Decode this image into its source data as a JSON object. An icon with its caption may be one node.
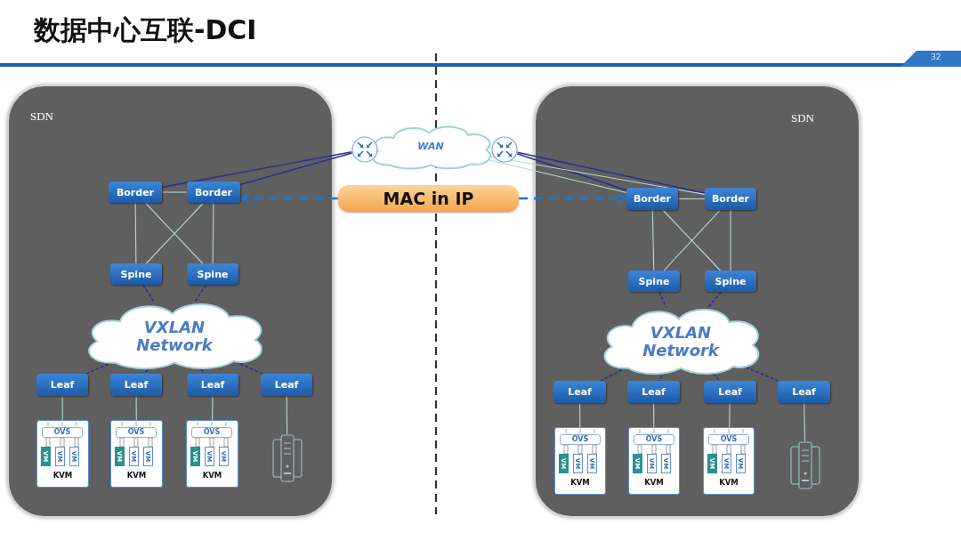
{
  "diagram": {
    "title": "数据中心互联-DCI",
    "nodes": [
      {
        "text": [
          "SDN"
        ]
      },
      {
        "text": [
          "Border"
        ],
        "in": 0
      },
      {
        "text": [
          "Border"
        ],
        "in": 0
      },
      {
        "text": [
          "Spine"
        ],
        "in": 0
      },
      {
        "text": [
          "Spine"
        ],
        "in": 0
      },
      {
        "text": [
          "VXLAN Network"
        ],
        "in": 0
      },
      {
        "text": [
          "Leaf"
        ],
        "in": 0
      },
      {
        "text": [
          "Leaf"
        ],
        "in": 0
      },
      {
        "text": [
          "Leaf"
        ],
        "in": 0
      },
      {
        "text": [
          "Leaf"
        ],
        "in": 0
      },
      {
        "text": [
          "OVS",
          "VM",
          "VM",
          "VM",
          "KVM"
        ],
        "in": 0
      },
      {
        "text": [
          "OVS",
          "VM",
          "VM",
          "VM",
          "KVM"
        ],
        "in": 0
      },
      {
        "text": [
          "OVS",
          "VM",
          "VM",
          "VM",
          "KVM"
        ],
        "in": 0
      },
      {
        "text": [],
        "shape": "server",
        "in": 0
      },
      {
        "text": [
          "WAN"
        ]
      },
      {
        "text": [],
        "shape": "router"
      },
      {
        "text": [],
        "shape": "router"
      },
      {
        "text": [
          "MAC in IP"
        ]
      },
      {
        "text": [
          "SDN"
        ]
      },
      {
        "text": [
          "Border"
        ],
        "in": 18
      },
      {
        "text": [
          "Border"
        ],
        "in": 18
      },
      {
        "text": [
          "Spine"
        ],
        "in": 18
      },
      {
        "text": [
          "Spine"
        ],
        "in": 18
      },
      {
        "text": [
          "VXLAN Network"
        ],
        "in": 18
      },
      {
        "text": [
          "Leaf"
        ],
        "in": 18
      },
      {
        "text": [
          "Leaf"
        ],
        "in": 18
      },
      {
        "text": [
          "Leaf"
        ],
        "in": 18
      },
      {
        "text": [
          "Leaf"
        ],
        "in": 18
      },
      {
        "text": [
          "OVS",
          "VM",
          "VM",
          "VM",
          "KVM"
        ],
        "in": 18
      },
      {
        "text": [
          "OVS",
          "VM",
          "VM",
          "VM",
          "KVM"
        ],
        "in": 18
      },
      {
        "text": [
          "OVS",
          "VM",
          "VM",
          "VM",
          "KVM"
        ],
        "in": 18
      },
      {
        "text": [],
        "shape": "server",
        "in": 18
      }
    ],
    "edges": [
      {
        "from": 15,
        "to": 1,
        "arrow": "none",
        "color": "#2b2f8f"
      },
      {
        "from": 15,
        "to": 2,
        "arrow": "none",
        "color": "#2b2f8f"
      },
      {
        "from": 16,
        "to": 19,
        "arrow": "none",
        "color": "#2b2f8f"
      },
      {
        "from": 16,
        "to": 20,
        "arrow": "none",
        "color": "#2b2f8f"
      },
      {
        "from": 14,
        "to": 19,
        "arrow": "none"
      },
      {
        "from": 14,
        "to": 20,
        "arrow": "none"
      },
      {
        "from": 17,
        "to": 2,
        "arrow": "to",
        "style": "dashed",
        "color": "#1a78c8"
      },
      {
        "from": 17,
        "to": 19,
        "arrow": "to",
        "style": "dashed",
        "color": "#1a78c8"
      },
      {
        "from": 1,
        "to": 2,
        "arrow": "none"
      },
      {
        "from": 1,
        "to": 3,
        "arrow": "none"
      },
      {
        "from": 1,
        "to": 4,
        "arrow": "none"
      },
      {
        "from": 2,
        "to": 3,
        "arrow": "none"
      },
      {
        "from": 2,
        "to": 4,
        "arrow": "none"
      },
      {
        "from": 3,
        "to": 5,
        "arrow": "none",
        "style": "dashed",
        "color": "#2b2f8f"
      },
      {
        "from": 4,
        "to": 5,
        "arrow": "none",
        "style": "dashed",
        "color": "#2b2f8f"
      },
      {
        "from": 5,
        "to": 6,
        "arrow": "none",
        "style": "dashed",
        "color": "#2b2f8f"
      },
      {
        "from": 5,
        "to": 7,
        "arrow": "none",
        "style": "dashed",
        "color": "#2b2f8f"
      },
      {
        "from": 5,
        "to": 8,
        "arrow": "none",
        "style": "dashed",
        "color": "#2b2f8f"
      },
      {
        "from": 5,
        "to": 9,
        "arrow": "none",
        "style": "dashed",
        "color": "#2b2f8f"
      },
      {
        "from": 6,
        "to": 10,
        "arrow": "none"
      },
      {
        "from": 7,
        "to": 11,
        "arrow": "none"
      },
      {
        "from": 8,
        "to": 12,
        "arrow": "none"
      },
      {
        "from": 9,
        "to": 13,
        "arrow": "none"
      },
      {
        "from": 19,
        "to": 20,
        "arrow": "none"
      },
      {
        "from": 19,
        "to": 21,
        "arrow": "none"
      },
      {
        "from": 19,
        "to": 22,
        "arrow": "none"
      },
      {
        "from": 20,
        "to": 21,
        "arrow": "none"
      },
      {
        "from": 20,
        "to": 22,
        "arrow": "none"
      },
      {
        "from": 21,
        "to": 23,
        "arrow": "none",
        "style": "dashed",
        "color": "#2b2f8f"
      },
      {
        "from": 22,
        "to": 23,
        "arrow": "none",
        "style": "dashed",
        "color": "#2b2f8f"
      },
      {
        "from": 23,
        "to": 24,
        "arrow": "none",
        "style": "dashed",
        "color": "#2b2f8f"
      },
      {
        "from": 23,
        "to": 25,
        "arrow": "none",
        "style": "dashed",
        "color": "#2b2f8f"
      },
      {
        "from": 23,
        "to": 26,
        "arrow": "none",
        "style": "dashed",
        "color": "#2b2f8f"
      },
      {
        "from": 23,
        "to": 27,
        "arrow": "none",
        "style": "dashed",
        "color": "#2b2f8f"
      },
      {
        "from": 24,
        "to": 28,
        "arrow": "none"
      },
      {
        "from": 25,
        "to": 29,
        "arrow": "none"
      },
      {
        "from": 26,
        "to": 30,
        "arrow": "none"
      },
      {
        "from": 27,
        "to": 31,
        "arrow": "none"
      }
    ],
    "labels": [
      "32"
    ]
  }
}
